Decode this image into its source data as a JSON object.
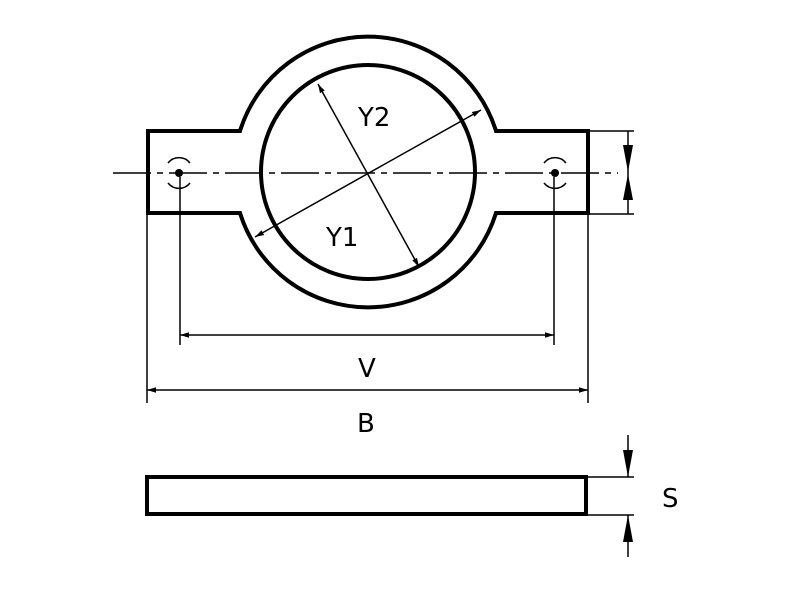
{
  "labels": {
    "y2": "Y2",
    "y1": "Y1",
    "v": "V",
    "b": "B",
    "s": "S"
  },
  "colors": {
    "stroke": "#000000",
    "background": "#ffffff"
  }
}
